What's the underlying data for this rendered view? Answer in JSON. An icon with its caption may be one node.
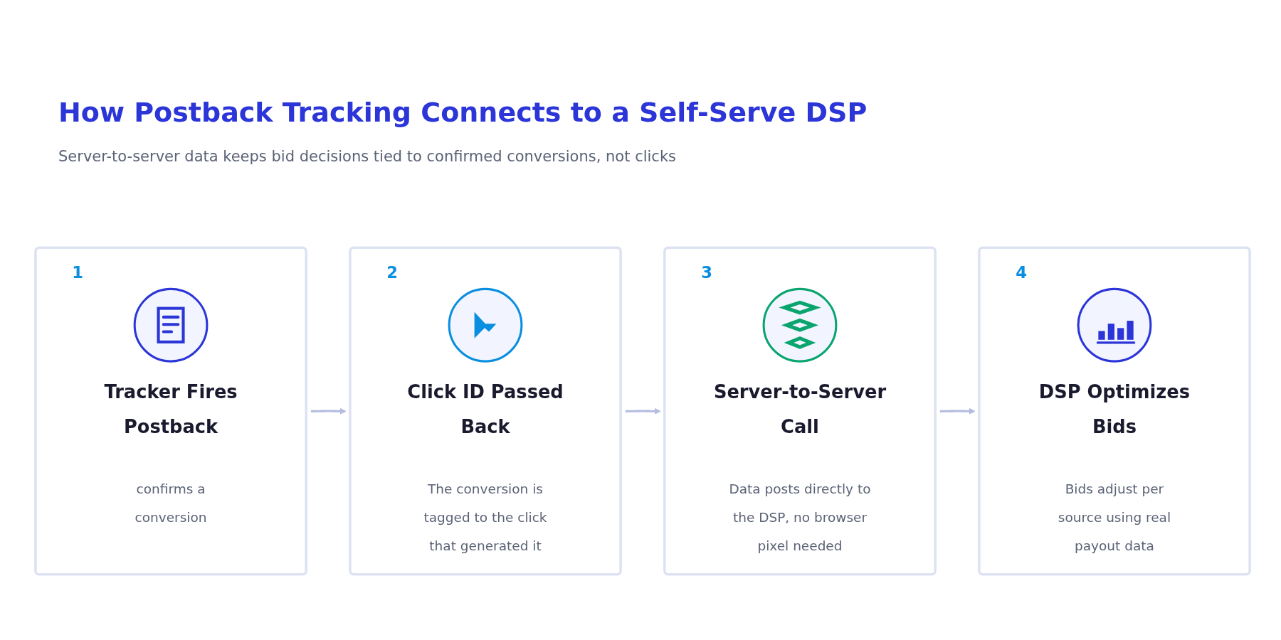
{
  "diagram": {
    "title": "How Postback Tracking Connects to a Self-Serve DSP",
    "nodes": [
      {
        "text": [
          "1",
          "Tracker Fires Postback",
          "confirms a conversion"
        ]
      },
      {
        "text": [
          "2",
          "Click ID Passed Back",
          "The conversion is tagged to the click that generated it"
        ]
      },
      {
        "text": [
          "3",
          "Server-to-Server Call",
          "Data posts directly to the DSP, no browser pixel needed"
        ]
      },
      {
        "text": [
          "4",
          "DSP Optimizes Bids",
          "Bids adjust per source using real payout data"
        ]
      }
    ],
    "edges": [
      {
        "from": 0,
        "to": 1,
        "arrow": "to"
      },
      {
        "from": 1,
        "to": 2,
        "arrow": "to"
      },
      {
        "from": 2,
        "to": 3,
        "arrow": "to"
      }
    ],
    "labels": [
      "Server-to-server data keeps bid decisions tied to confirmed conversions, not clicks"
    ]
  }
}
